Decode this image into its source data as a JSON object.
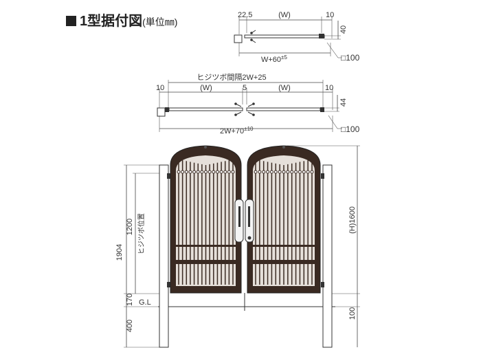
{
  "title": {
    "main": "1型据付図",
    "unit": "(単位㎜)"
  },
  "single_plan": {
    "d_left": "22.5",
    "d_width": "(W)",
    "d_right": "10",
    "d_depth": "40",
    "d_total": "W+60",
    "d_total_tol": "±5",
    "post": "□100"
  },
  "double_plan": {
    "hinge_pitch": "ヒジツボ間隔2W+25",
    "d_left": "10",
    "d_w1": "(W)",
    "d_center": "5",
    "d_w2": "(W)",
    "d_right": "10",
    "d_depth": "44",
    "d_total": "2W+70",
    "d_total_tol": "±10",
    "post": "□100"
  },
  "elevation": {
    "d_post_height": "1904",
    "d_hinge_height": "1200",
    "hinge_pos_label": "ヒジツボ位置",
    "d_clearance": "170",
    "d_embed": "400",
    "gl_label": "G.L",
    "d_gate_height": "(H)1600",
    "d_bottom": "100"
  }
}
